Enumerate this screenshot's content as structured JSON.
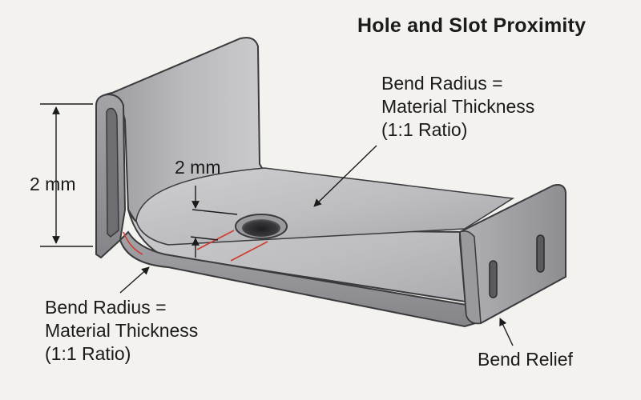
{
  "title": "Hole and Slot Proximity",
  "labels": {
    "bend_radius_top": [
      "Bend Radius =",
      "Material Thickness",
      "(1:1 Ratio)"
    ],
    "bend_radius_bottom": [
      "Bend Radius =",
      "Material Thickness",
      "(1:1 Ratio)"
    ],
    "bend_relief": "Bend Relief",
    "flange_height": "2 mm",
    "hole_distance": "2 mm"
  },
  "colors": {
    "background": "#f3f2ee",
    "metal_light": "#c9c9cb",
    "metal_mid": "#a9a9ad",
    "metal_dark": "#7d7d82",
    "outline": "#3a3a3d",
    "bend_line": "#d23a2a",
    "text": "#1b1b1b"
  }
}
